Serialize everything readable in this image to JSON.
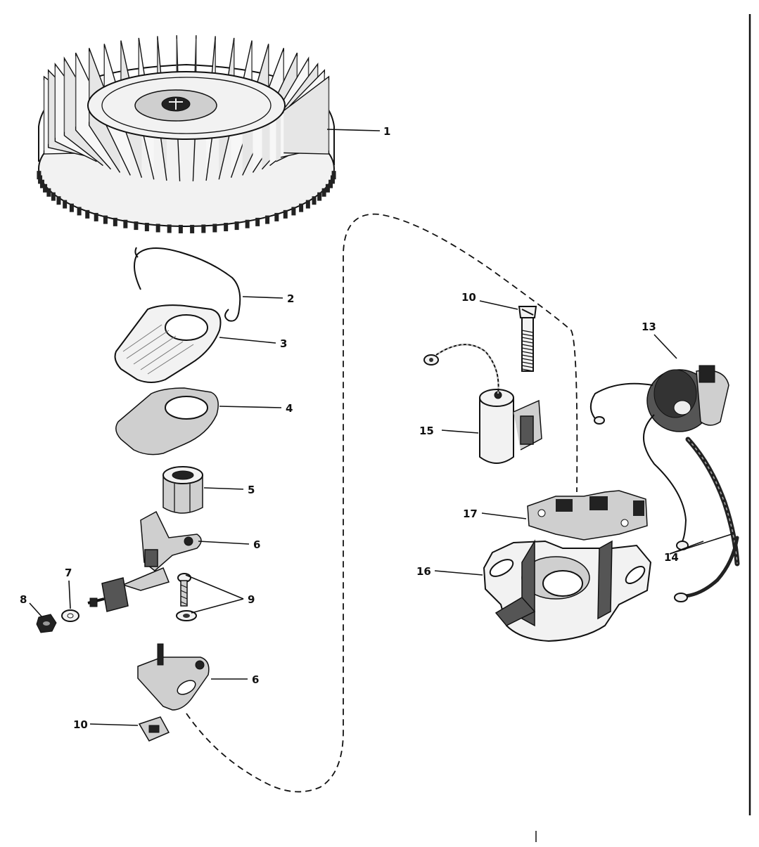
{
  "diagram": {
    "callouts": [
      {
        "id": "c1",
        "text": "1"
      },
      {
        "id": "c2",
        "text": "2"
      },
      {
        "id": "c3",
        "text": "3"
      },
      {
        "id": "c4",
        "text": "4"
      },
      {
        "id": "c5",
        "text": "5"
      },
      {
        "id": "c6a",
        "text": "6"
      },
      {
        "id": "c7",
        "text": "7"
      },
      {
        "id": "c8",
        "text": "8"
      },
      {
        "id": "c9",
        "text": "9"
      },
      {
        "id": "c6b",
        "text": "6"
      },
      {
        "id": "c10a",
        "text": "10"
      },
      {
        "id": "c10b",
        "text": "10"
      },
      {
        "id": "c13",
        "text": "13"
      },
      {
        "id": "c14",
        "text": "14"
      },
      {
        "id": "c15",
        "text": "15"
      },
      {
        "id": "c16",
        "text": "16"
      },
      {
        "id": "c17",
        "text": "17"
      }
    ]
  }
}
